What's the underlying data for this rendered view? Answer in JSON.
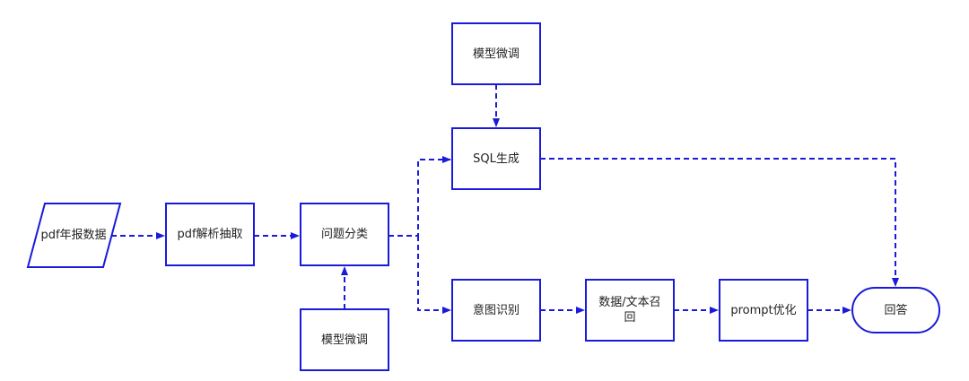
{
  "diagram": {
    "stroke_color": "#1a1adb",
    "nodes": {
      "pdf_data": "pdf年报数据",
      "pdf_parse": "pdf解析抽取",
      "question_classify": "问题分类",
      "finetune_bottom": "模型微调",
      "finetune_top": "模型微调",
      "sql_gen": "SQL生成",
      "intent": "意图识别",
      "recall": "数据/文本召回",
      "prompt_opt": "prompt优化",
      "answer": "回答"
    }
  }
}
